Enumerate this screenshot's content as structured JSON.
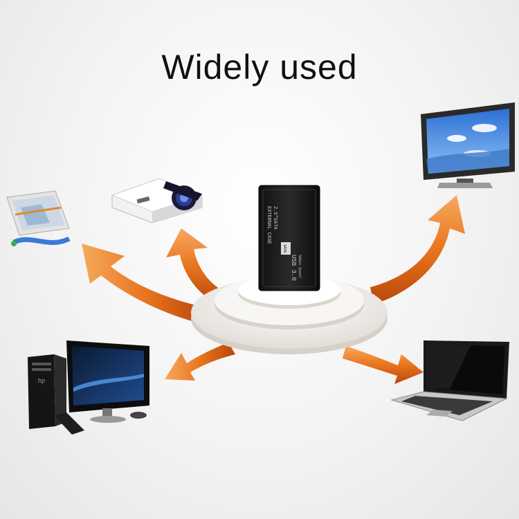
{
  "title": "Widely used",
  "device": {
    "label_line1": "2.5\"SATA",
    "label_line2": "EXTERNAL CASE",
    "badge": "SATA",
    "interface": "USB 3.0",
    "speed_text": "5Gbps Speed"
  },
  "tv": {
    "brand_text": ""
  },
  "pc": {
    "brand_text": "hp"
  },
  "colors": {
    "arrow_dark": "#c9520c",
    "arrow_light": "#f49a4a",
    "case": "#1b1b1b"
  },
  "icons": [
    "projector-icon",
    "tablet-gps-icon",
    "tv-monitor-icon",
    "desktop-pc-icon",
    "laptop-icon"
  ]
}
